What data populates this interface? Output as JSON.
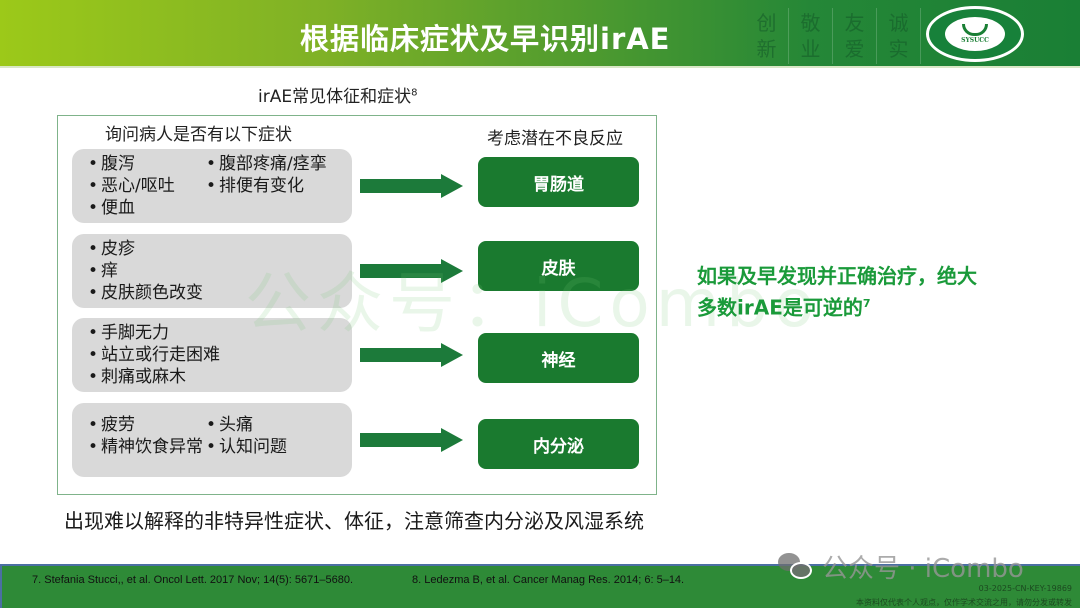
{
  "header": {
    "title": "根据临床症状及早识别irAE",
    "motto": [
      {
        "top": "创",
        "bottom": "新"
      },
      {
        "top": "敬",
        "bottom": "业"
      },
      {
        "top": "友",
        "bottom": "爱"
      },
      {
        "top": "诚",
        "bottom": "实"
      }
    ],
    "logo_text": "SYSUCC"
  },
  "subtitle": {
    "text": "irAE常见体征和症状",
    "ref": "8"
  },
  "columns": {
    "left_heading": "询问病人是否有以下症状",
    "right_heading": "考虑潜在不良反应"
  },
  "rows": [
    {
      "symptoms_col1": [
        "腹泻",
        "恶心/呕吐",
        "便血"
      ],
      "symptoms_col2": [
        "腹部疼痛/痉挛",
        "排便有变化"
      ],
      "category": "胃肠道"
    },
    {
      "symptoms_col1": [
        "皮疹",
        "痒",
        "皮肤颜色改变"
      ],
      "symptoms_col2": [],
      "category": "皮肤"
    },
    {
      "symptoms_col1": [
        "手脚无力",
        "站立或行走困难",
        "刺痛或麻木"
      ],
      "symptoms_col2": [],
      "category": "神经"
    },
    {
      "symptoms_col1": [
        "疲劳",
        "精神饮食异常"
      ],
      "symptoms_col2": [
        "头痛",
        "认知问题"
      ],
      "category": "内分泌"
    }
  ],
  "conclusion": {
    "line1": "如果及早发现并正确治疗，绝大",
    "line2": "多数irAE是可逆的",
    "ref": "7"
  },
  "note": "出现难以解释的非特异性症状、体征，注意筛查内分泌及风湿系统",
  "watermark": "公众号：iCombo",
  "footer": {
    "ref7": "7. Stefania Stucci,, et al.  Oncol Lett. 2017 Nov; 14(5): 5671–5680.",
    "ref8": "8. Ledezma B, et al. Cancer Manag Res. 2014; 6: 5–14.",
    "code": "03-2025-CN-KEY-19869",
    "disclaimer": "本资料仅代表个人观点，仅作学术交流之用，请勿分发或转发"
  },
  "wechat": {
    "label": "公众号 · iCombo"
  },
  "colors": {
    "header_start": "#9cc919",
    "header_end": "#1a7f35",
    "category_button": "#1a7a2f",
    "arrow": "#1c7a3a",
    "conclusion_text": "#1a9a3a",
    "footer": "#2e8a37",
    "symptom_box": "#d9d9d9"
  }
}
